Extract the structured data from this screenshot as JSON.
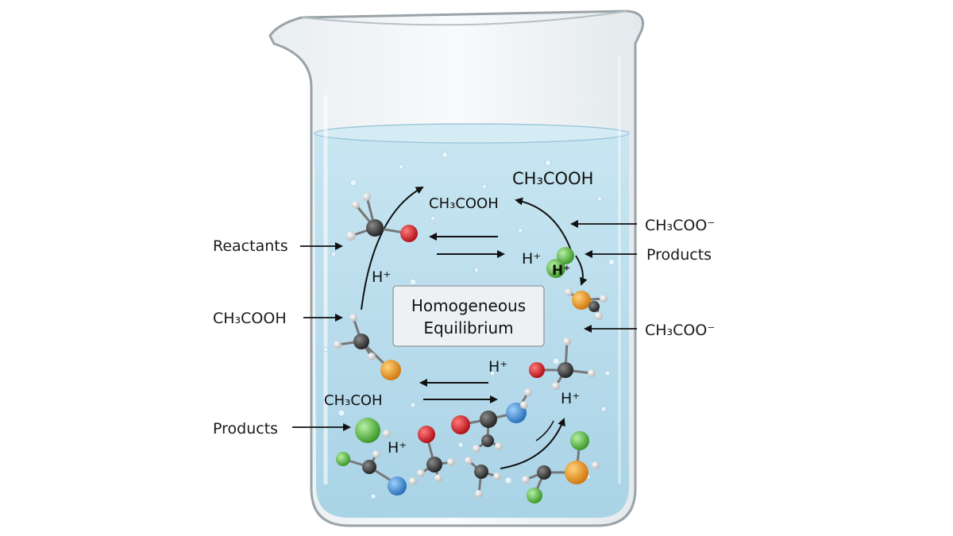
{
  "title_box": {
    "line1": "Homogeneous",
    "line2": "Equilibrium"
  },
  "outside_labels": {
    "reactants": "Reactants",
    "ch3cooh_left": "CH₃COOH",
    "products_left": "Products",
    "ch3coo_top": "CH₃COO⁻",
    "products_right": "Products",
    "ch3coo_mid": "CH₃COO⁻"
  },
  "inside_labels": {
    "ch3cooh_top": "CH₃COOH",
    "ch3cooh_inner": "CH₃COOH",
    "ch3coh": "CH₃COH",
    "h_plus_1": "H⁺",
    "h_plus_2": "H⁺",
    "h_plus_3": "H⁺",
    "h_plus_4": "H⁺",
    "h_plus_5": "H⁺",
    "h_plus_6": "H⁺"
  },
  "colors": {
    "liquid": "#bfe0ee",
    "glass_edge": "#9aa3a8",
    "carbon": "#3a3a3a",
    "oxygen": "#d2232a",
    "hydrogen": "#e4e4e4",
    "chlorine_green": "#5cc04a",
    "orange_atom": "#f0a030",
    "blue_atom": "#4a9ad8"
  }
}
